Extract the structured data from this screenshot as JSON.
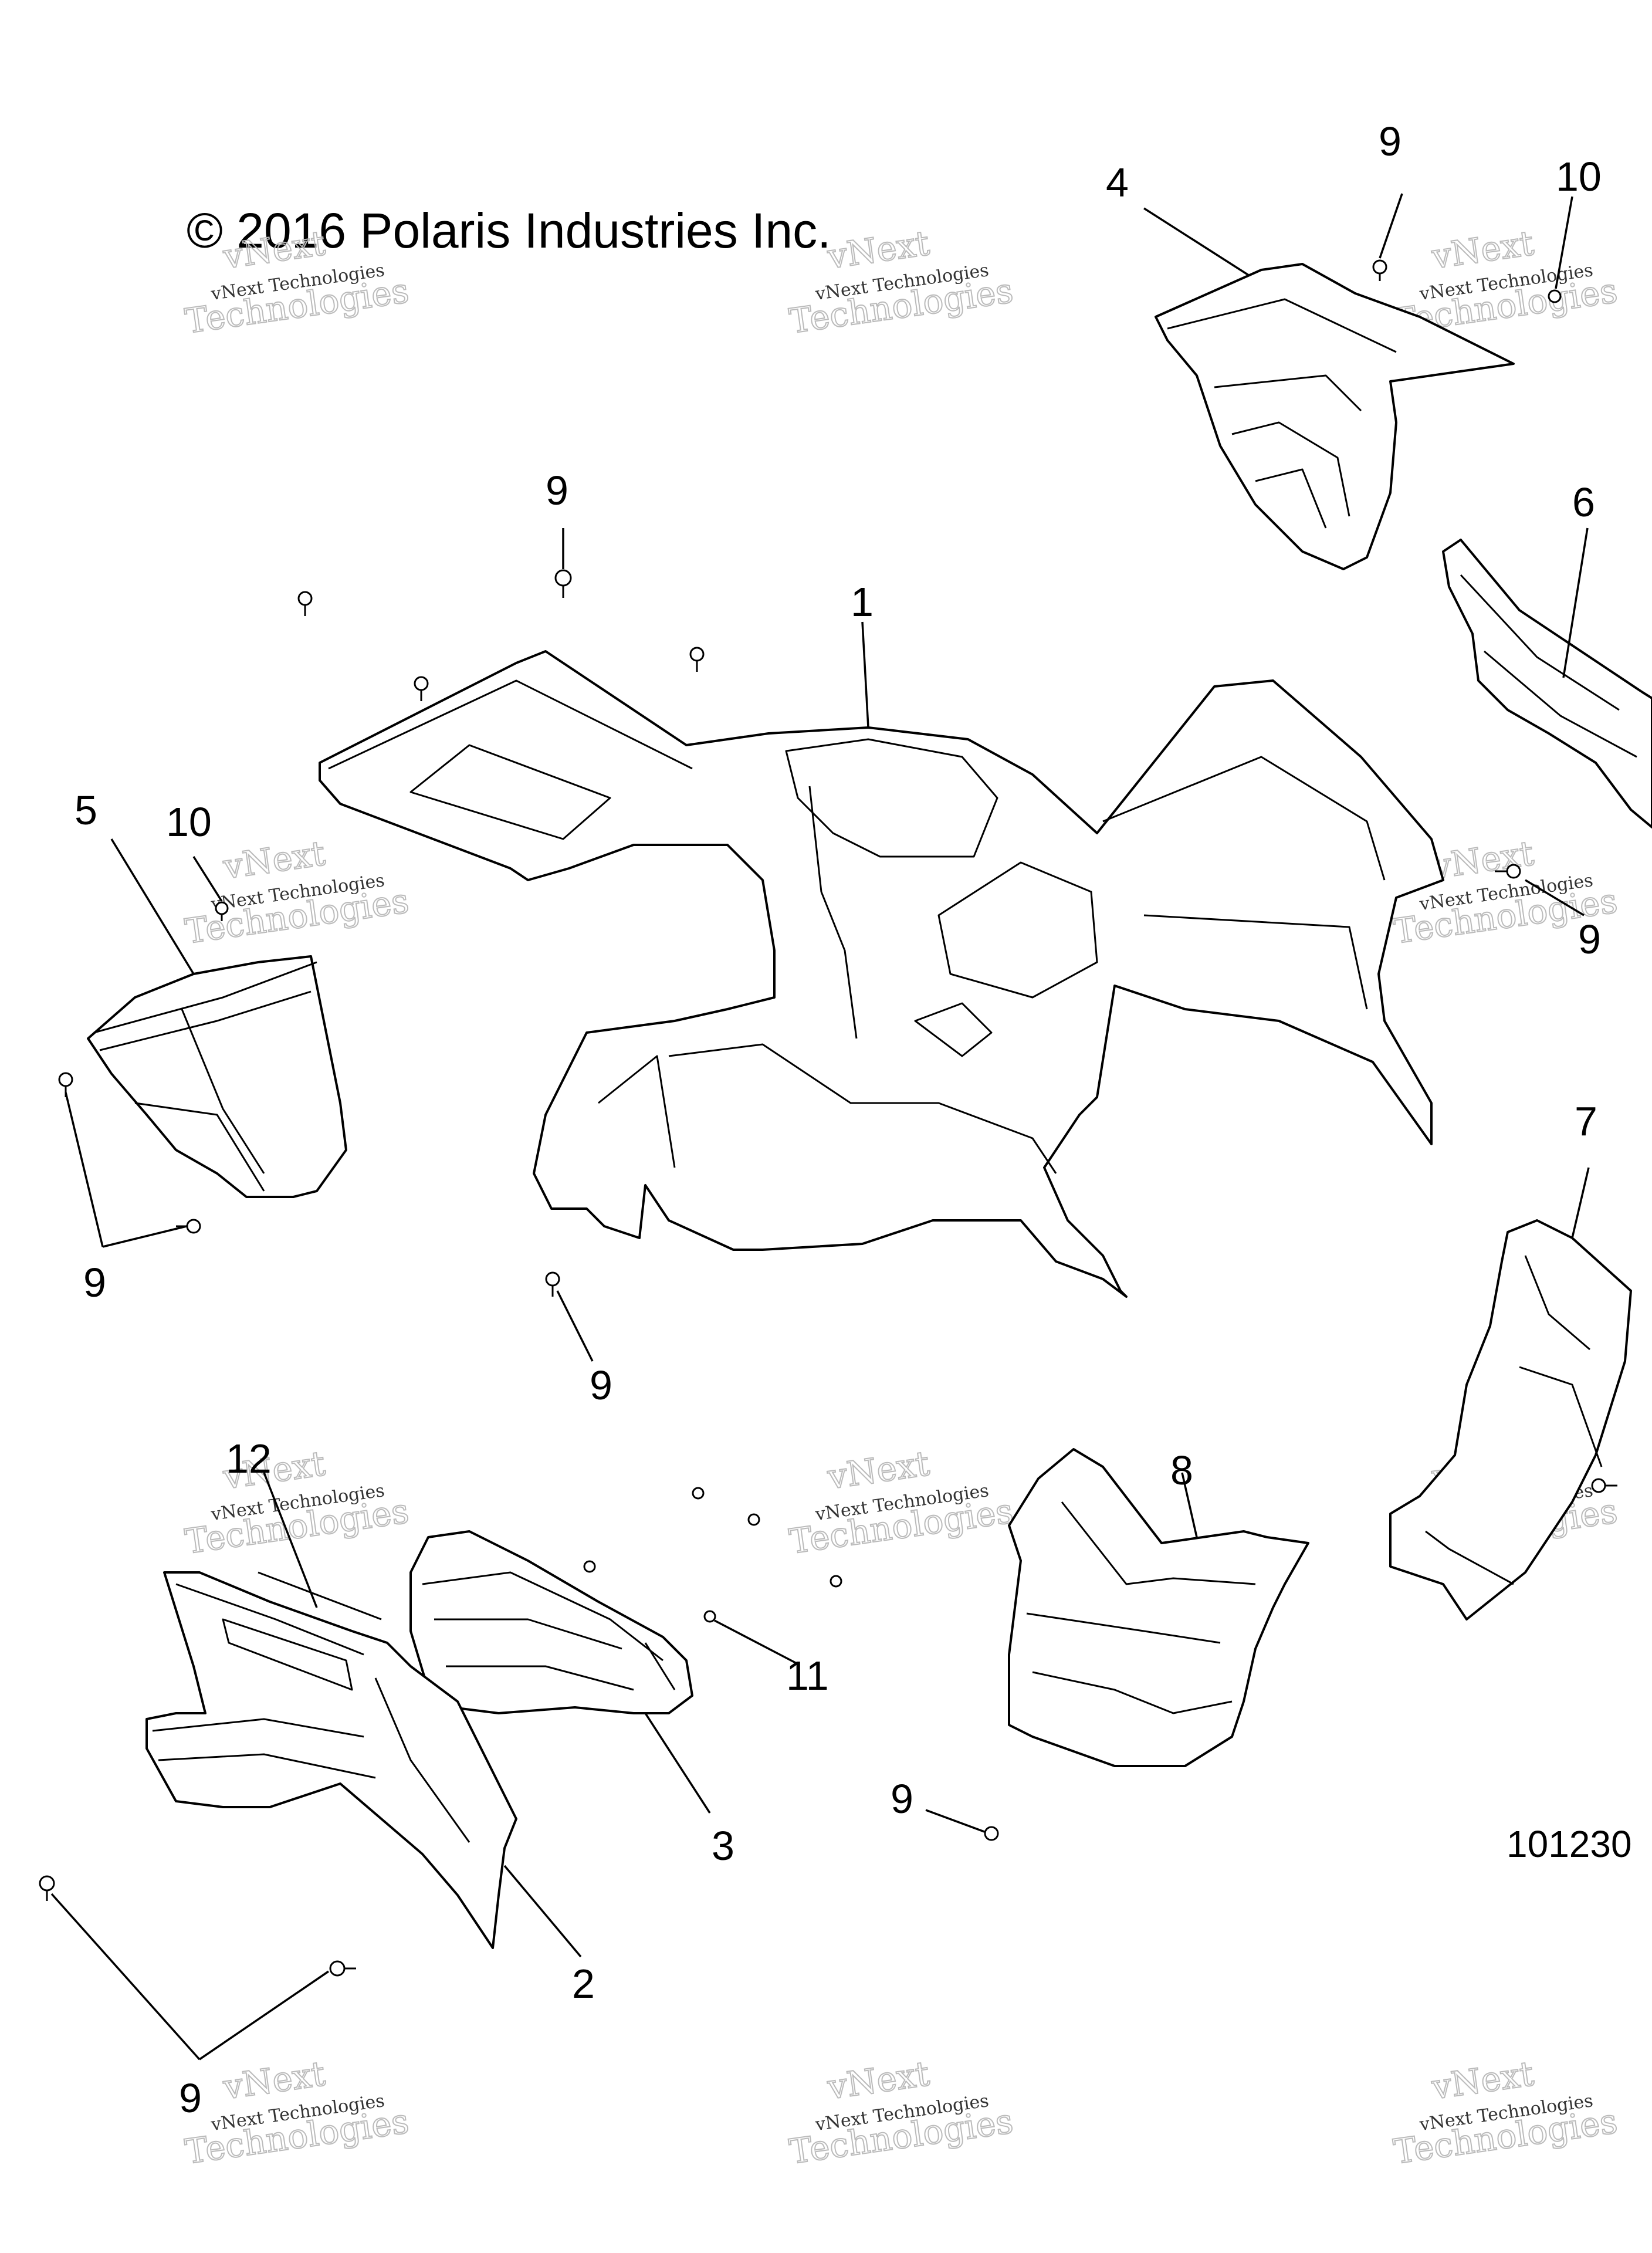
{
  "copyright": "© 2016 Polaris Industries Inc.",
  "figure_number": "101230",
  "watermark": {
    "line1": "vNext Technologies",
    "line2": "Technologies",
    "ghost": "vNext"
  },
  "callouts": {
    "c1": "1",
    "c2": "2",
    "c3": "3",
    "c4": "4",
    "c5": "5",
    "c6": "6",
    "c7": "7",
    "c8": "8",
    "c9a": "9",
    "c9b": "9",
    "c9c": "9",
    "c9d": "9",
    "c9e": "9",
    "c9f": "9",
    "c9g": "9",
    "c10a": "10",
    "c10b": "10",
    "c11": "11",
    "c12": "12"
  }
}
